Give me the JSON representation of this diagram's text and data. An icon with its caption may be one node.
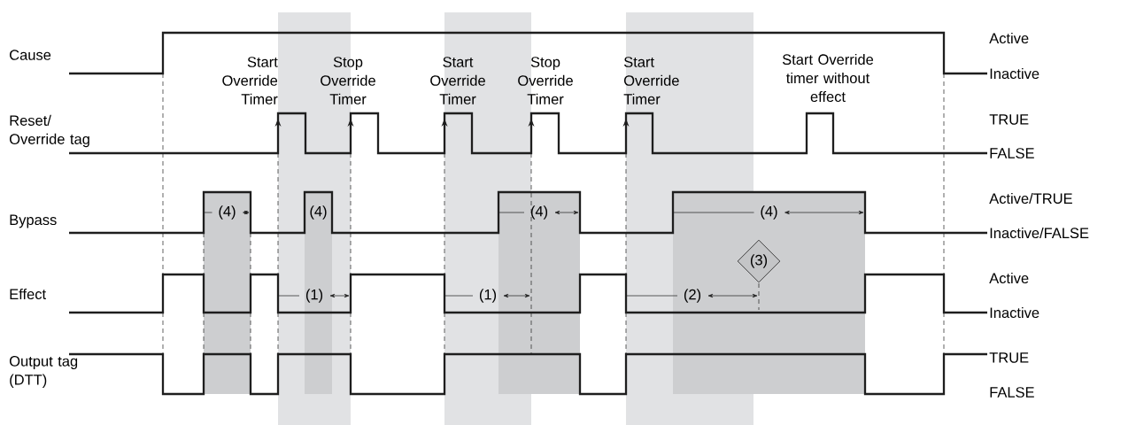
{
  "diagram": {
    "nodes": [
      {
        "text": [
          "(3)"
        ]
      }
    ],
    "labels": [
      "Cause",
      "Reset/ Override tag",
      "Bypass",
      "Effect",
      "Output tag (DTT)",
      "Start Override Timer",
      "Stop Override Timer",
      "Start Override Timer",
      "Stop Override Timer",
      "Start Override Timer",
      "Start Override timer without effect",
      "Active",
      "Inactive",
      "TRUE",
      "FALSE",
      "Active/TRUE",
      "Inactive/FALSE",
      "Active",
      "Inactive",
      "TRUE",
      "FALSE",
      "(4)",
      "(4)",
      "(4)",
      "(4)",
      "(1)",
      "(1)",
      "(2)"
    ]
  }
}
